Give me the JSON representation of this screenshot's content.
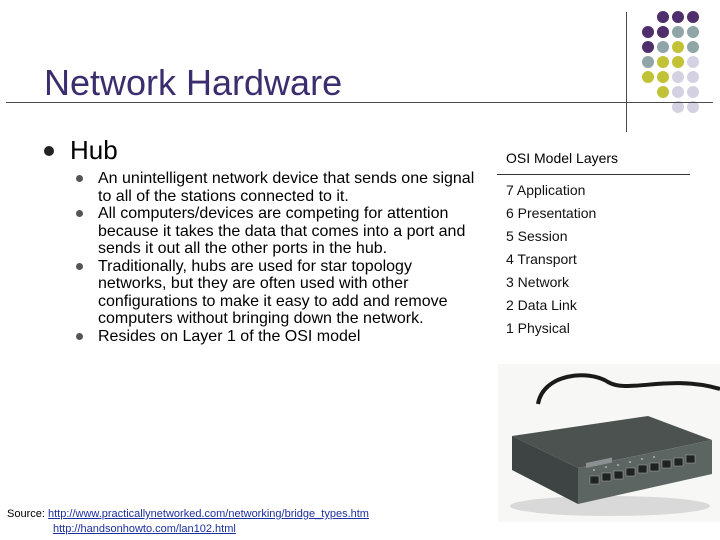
{
  "slide": {
    "title": "Network Hardware",
    "main_bullet": "Hub",
    "sub_bullets": [
      "An unintelligent network device that sends one signal to all of the stations connected to it.",
      "All computers/devices are competing for attention because it takes the data that comes into a port and sends it out all the other ports in the hub.",
      "Traditionally, hubs are used for star topology networks, but they are often used with other configurations to make it easy to add and remove computers without bringing down the network.",
      "Resides on Layer 1 of the OSI model"
    ],
    "osi": {
      "title": "OSI Model Layers",
      "layers": [
        "7 Application",
        "6 Presentation",
        "5 Session",
        "4 Transport",
        "3 Network",
        "2 Data Link",
        "1 Physical"
      ]
    },
    "source": {
      "label": "Source:",
      "link1": "http://www.practicallynetworked.com/networking/bridge_types.htm",
      "link2": "http://handsonhowto.com/lan102.html"
    }
  },
  "colors": {
    "title": "#3c2d6e",
    "dot_purple": "#4f2f6b",
    "dot_teal": "#8fa5a8",
    "dot_olive": "#c2c236",
    "dot_lavender": "#d4d1e3"
  },
  "icons": [
    "bullet-dot-icon",
    "network-hub-photo"
  ]
}
